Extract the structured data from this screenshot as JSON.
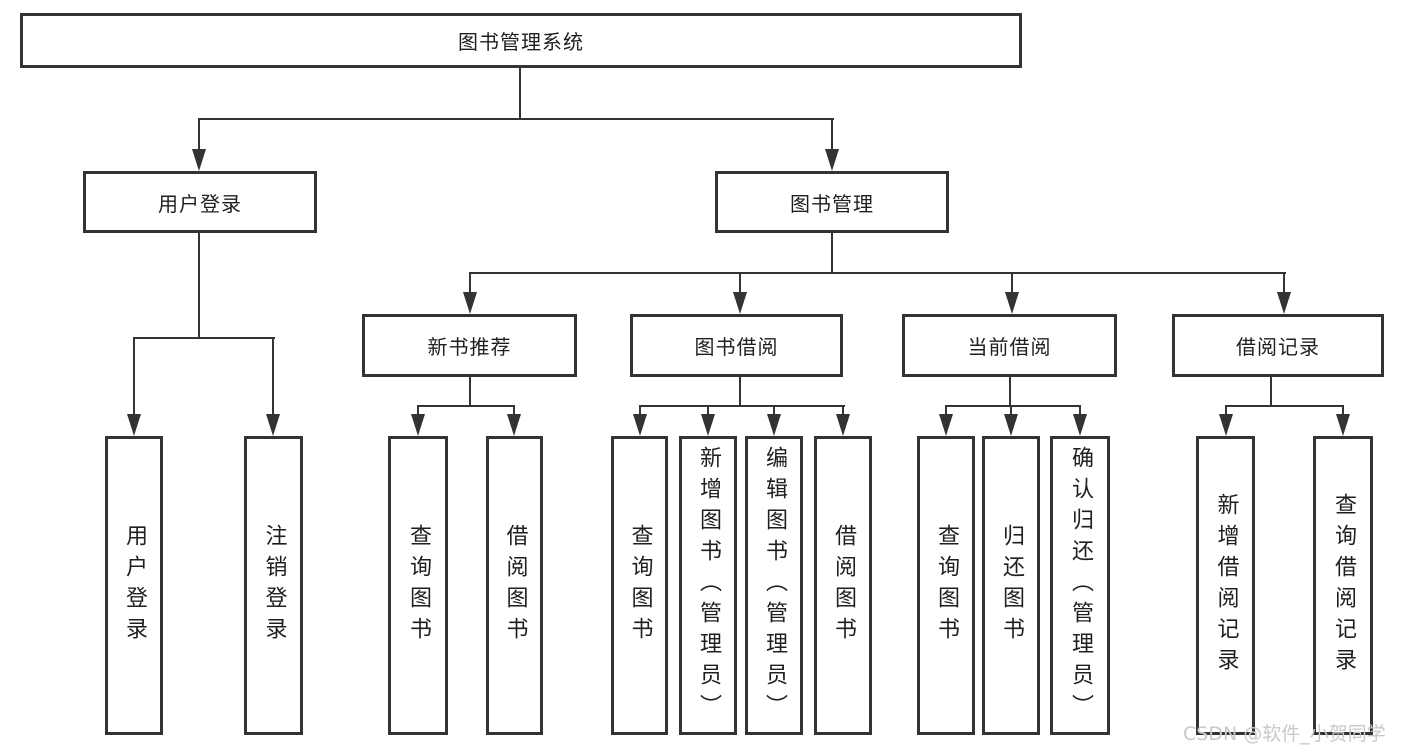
{
  "diagram_type": "tree",
  "tree": {
    "label": "图书管理系统",
    "children": [
      {
        "label": "用户登录",
        "children": [
          {
            "label": "用户登录"
          },
          {
            "label": "注销登录"
          }
        ]
      },
      {
        "label": "图书管理",
        "children": [
          {
            "label": "新书推荐",
            "children": [
              {
                "label": "查询图书"
              },
              {
                "label": "借阅图书"
              }
            ]
          },
          {
            "label": "图书借阅",
            "children": [
              {
                "label": "查询图书"
              },
              {
                "label": "新增图书（管理员）"
              },
              {
                "label": "编辑图书（管理员）"
              },
              {
                "label": "借阅图书"
              }
            ]
          },
          {
            "label": "当前借阅",
            "children": [
              {
                "label": "查询图书"
              },
              {
                "label": "归还图书"
              },
              {
                "label": "确认归还（管理员）"
              }
            ]
          },
          {
            "label": "借阅记录",
            "children": [
              {
                "label": "新增借阅记录"
              },
              {
                "label": "查询借阅记录"
              }
            ]
          }
        ]
      }
    ]
  },
  "watermark": "CSDN @软件_小贺同学",
  "colors": {
    "line": "#333333",
    "text": "#1f1f1f",
    "background": "#ffffff",
    "watermark": "#c9c9c9"
  }
}
